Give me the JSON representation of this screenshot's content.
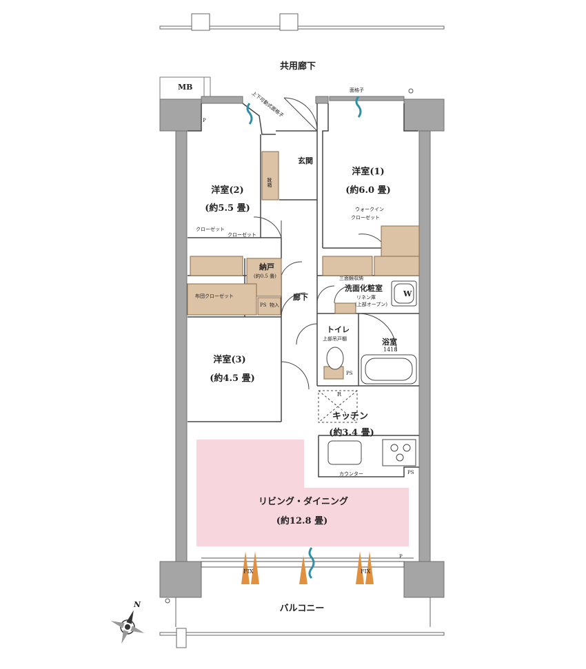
{
  "labels": {
    "corridor": "共用廊下",
    "mb": "MB",
    "p_top": "P",
    "p_bottom": "P",
    "grille_top": "面格子",
    "grille_left": "上下可動式面格子",
    "entrance": "玄関",
    "shoebox": "靴箱",
    "western1_name": "洋室(1)",
    "western1_size": "(約6.0 畳)",
    "walkin": "ウォークイン",
    "walkin2": "クローゼット",
    "western2_name": "洋室(2)",
    "western2_size": "(約5.5 畳)",
    "closet1": "クローゼット",
    "closet2": "クローゼット",
    "storage_name": "納戸",
    "storage_size": "(約0.5 畳)",
    "futon": "布団クローゼット",
    "ps1": "PS",
    "mono": "物入",
    "hallway": "廊下",
    "three_mirror": "三面鏡収納",
    "washroom": "洗面化粧室",
    "linen": "リネン庫",
    "linen2": "(上部オープン)",
    "washer": "W",
    "toilet": "トイレ",
    "toilet_cab": "上部吊戸棚",
    "bath": "浴室",
    "bath_size": "1418",
    "western3_name": "洋室(3)",
    "western3_size": "(約4.5 畳)",
    "ps2": "PS",
    "fridge": "R",
    "kitchen_name": "キッチン",
    "kitchen_size": "(約3.4 畳)",
    "counter": "カウンター",
    "ps3": "PS",
    "living_name": "リビング・ダイニング",
    "living_size": "(約12.8 畳)",
    "fix1": "FIX",
    "fix2": "FIX",
    "balcony": "バルコニー",
    "north": "N"
  },
  "colors": {
    "wall": "#a5a5a5",
    "wall_dark": "#6e6e6e",
    "storage": "#dcc3a5",
    "living_fill": "#f8d6de",
    "airflow": "#2f8fa8",
    "light": "#e0903e"
  }
}
